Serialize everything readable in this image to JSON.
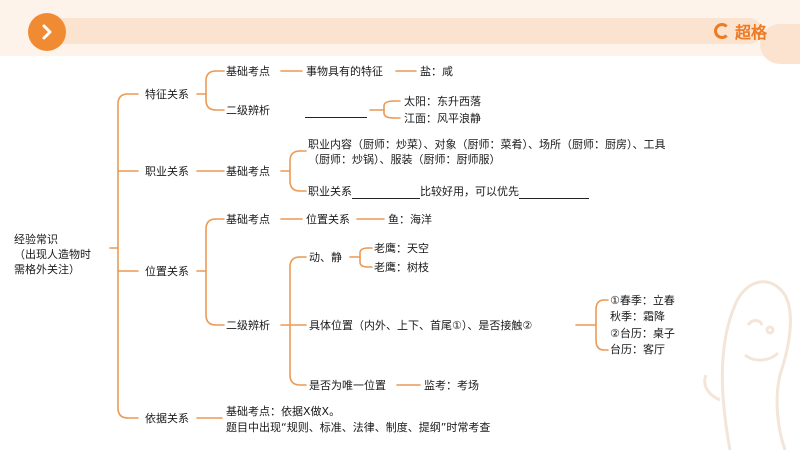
{
  "header": {
    "play_icon": "chevron-right-icon",
    "logo_text": "超格",
    "accent_color": "#f08a33"
  },
  "root": {
    "line1": "经验常识",
    "line2": "（出现人造物时",
    "line3": "需格外关注）"
  },
  "features": {
    "label": "特征关系",
    "basic": {
      "label": "基础考点",
      "desc": "事物具有的特征",
      "example": "盐：咸"
    },
    "secondary": {
      "label": "二级辨析",
      "ex1": "太阳：东升西落",
      "ex2": "江面：风平浪静"
    }
  },
  "job": {
    "label": "职业关系",
    "basic": {
      "label": "基础考点",
      "desc": "职业内容（厨师：炒菜）、对象（厨师：菜肴）、场所（厨师：厨房）、工具（厨师：炒锅）、服装（厨师：厨师服）",
      "compare_pre": "职业关系",
      "compare_mid": "比较好用，可以优先"
    }
  },
  "position": {
    "label": "位置关系",
    "basic": {
      "label": "基础考点",
      "desc": "位置关系",
      "example": "鱼：海洋"
    },
    "secondary": {
      "label": "二级辨析",
      "motion": {
        "label": "动、静",
        "ex1": "老鹰：天空",
        "ex2": "老鹰：树枝"
      },
      "specific": {
        "label": "具体位置（内外、上下、首尾①）、是否接触②",
        "n1": "①春季：立春",
        "n2": "秋季：霜降",
        "n3": "②台历：桌子",
        "n4": "台历：客厅"
      },
      "unique": {
        "label": "是否为唯一位置",
        "example": "监考：考场"
      }
    }
  },
  "basis": {
    "label": "依据关系",
    "line1": "基础考点：依据X做X。",
    "line2": "题目中出现“规则、标准、法律、制度、提纲”时常考查"
  }
}
